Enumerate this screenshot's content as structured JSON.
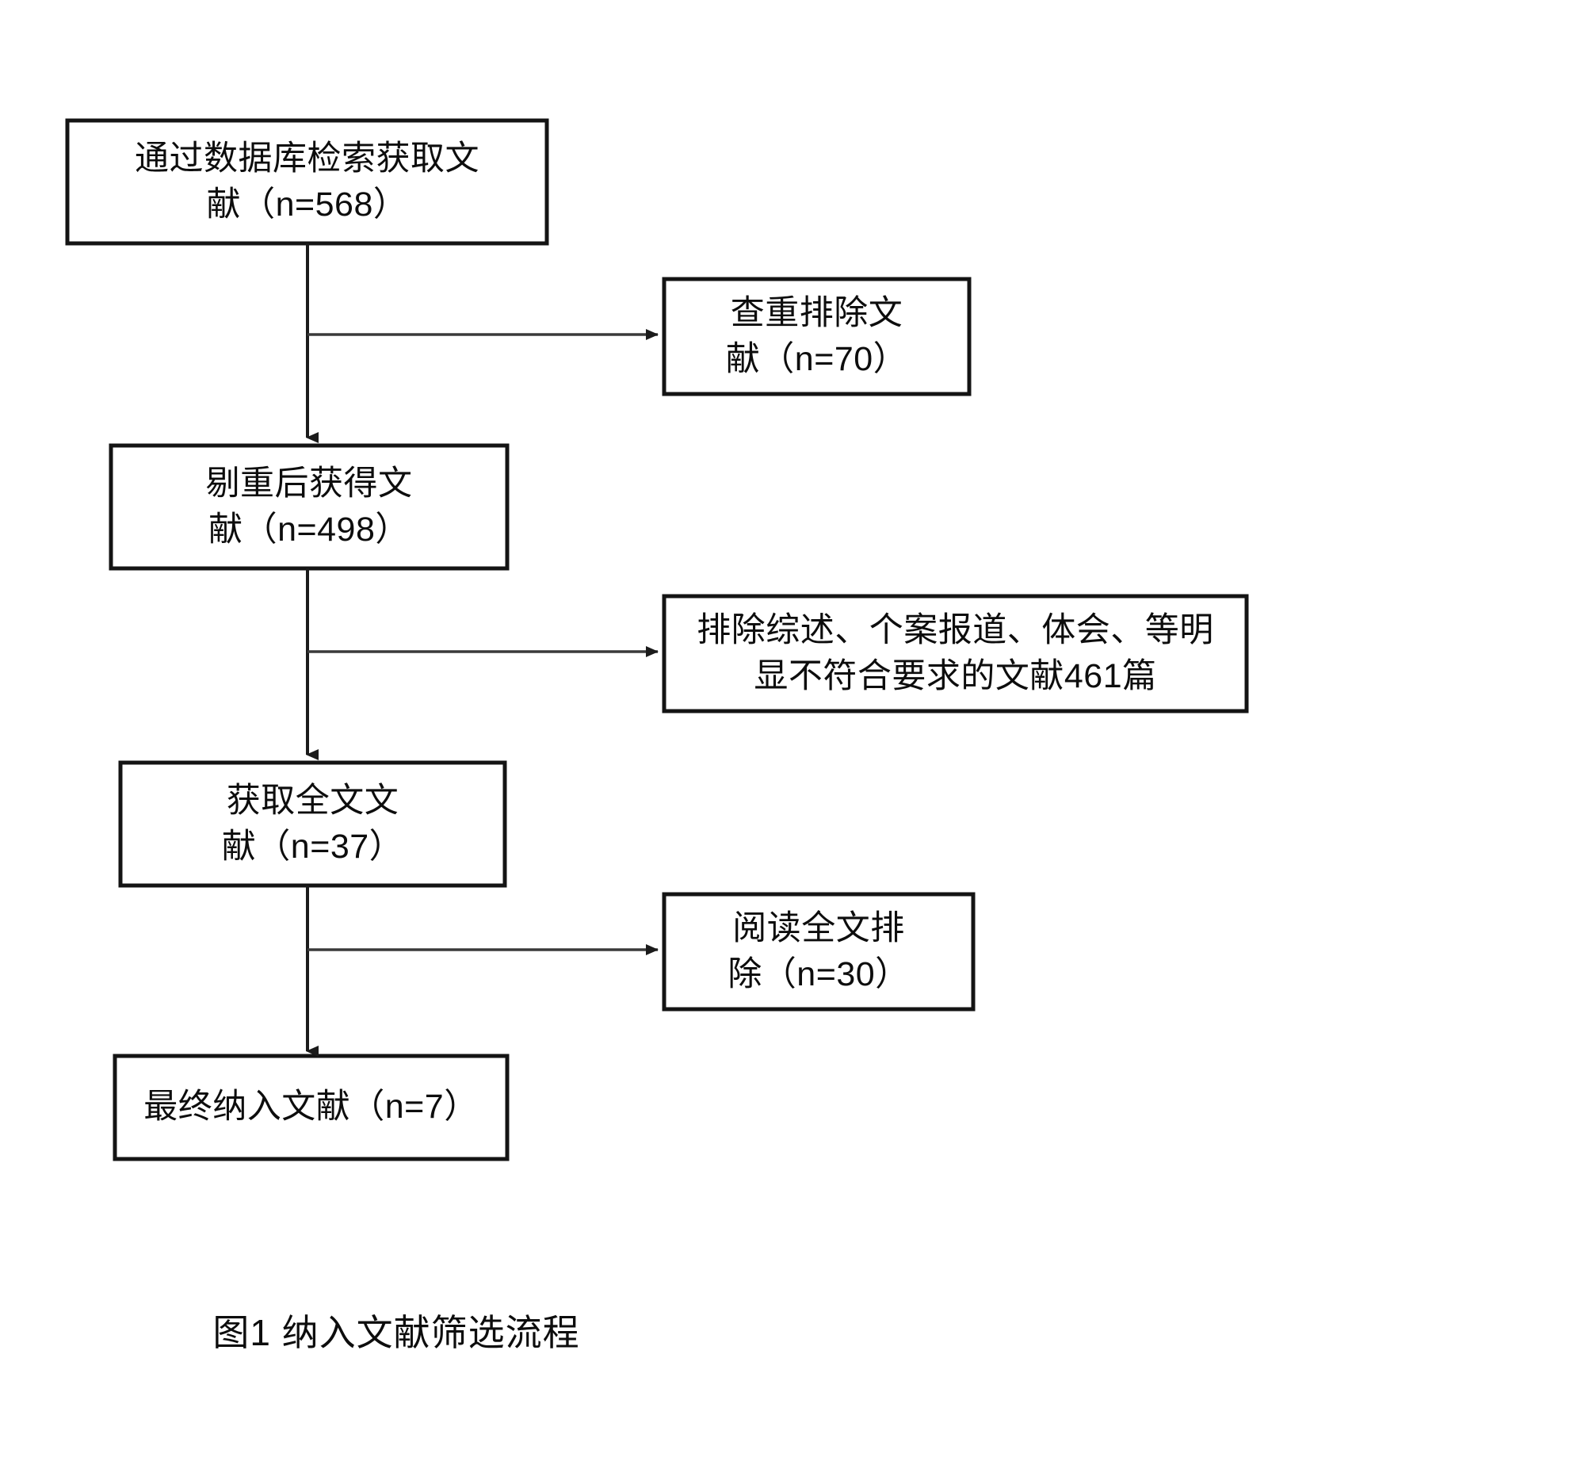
{
  "figure": {
    "caption": "图1 纳入文献筛选流程",
    "line_color": "#1b1b1b",
    "box_border_color": "#141414",
    "background_color": "#ffffff",
    "text_color": "#0d0d0d"
  },
  "chart_data": {
    "type": "diagram",
    "title": "图1 纳入文献筛选流程",
    "diagram_kind": "prisma-literature-screening-flowchart",
    "nodes": [
      {
        "id": "identified",
        "label_lines": [
          "通过数据库检索获取文",
          "献（n=568）"
        ],
        "full_text": "通过数据库检索获取文献（n=568）",
        "count": 568,
        "column": "main"
      },
      {
        "id": "duplicates_removed",
        "label_lines": [
          "查重排除文",
          "献（n=70）"
        ],
        "full_text": "查重排除文献（n=70）",
        "count": 70,
        "column": "side"
      },
      {
        "id": "after_dedup",
        "label_lines": [
          "剔重后获得文",
          "献（n=498）"
        ],
        "full_text": "剔重后获得文献（n=498）",
        "count": 498,
        "column": "main"
      },
      {
        "id": "excluded_screening",
        "label_lines": [
          "排除综述、个案报道、体会、等明",
          "显不符合要求的文献461篇"
        ],
        "full_text": "排除综述、个案报道、体会、等明显不符合要求的文献461篇",
        "count": 461,
        "column": "side"
      },
      {
        "id": "fulltext_obtained",
        "label_lines": [
          "获取全文文",
          "献（n=37）"
        ],
        "full_text": "获取全文文献（n=37）",
        "count": 37,
        "column": "main"
      },
      {
        "id": "excluded_fulltext",
        "label_lines": [
          "阅读全文排",
          "除（n=30）"
        ],
        "full_text": "阅读全文排除（n=30）",
        "count": 30,
        "column": "side"
      },
      {
        "id": "included",
        "label_lines": [
          "最终纳入文献（n=7）"
        ],
        "full_text": "最终纳入文献（n=7）",
        "count": 7,
        "column": "main"
      }
    ],
    "edges": [
      {
        "from": "identified",
        "to": "after_dedup",
        "kind": "vertical-arrow"
      },
      {
        "from": "identified",
        "to": "duplicates_removed",
        "kind": "branch-right-arrow"
      },
      {
        "from": "after_dedup",
        "to": "fulltext_obtained",
        "kind": "vertical-arrow"
      },
      {
        "from": "after_dedup",
        "to": "excluded_screening",
        "kind": "branch-right-arrow"
      },
      {
        "from": "fulltext_obtained",
        "to": "included",
        "kind": "vertical-arrow"
      },
      {
        "from": "fulltext_obtained",
        "to": "excluded_fulltext",
        "kind": "branch-right-arrow"
      }
    ]
  }
}
